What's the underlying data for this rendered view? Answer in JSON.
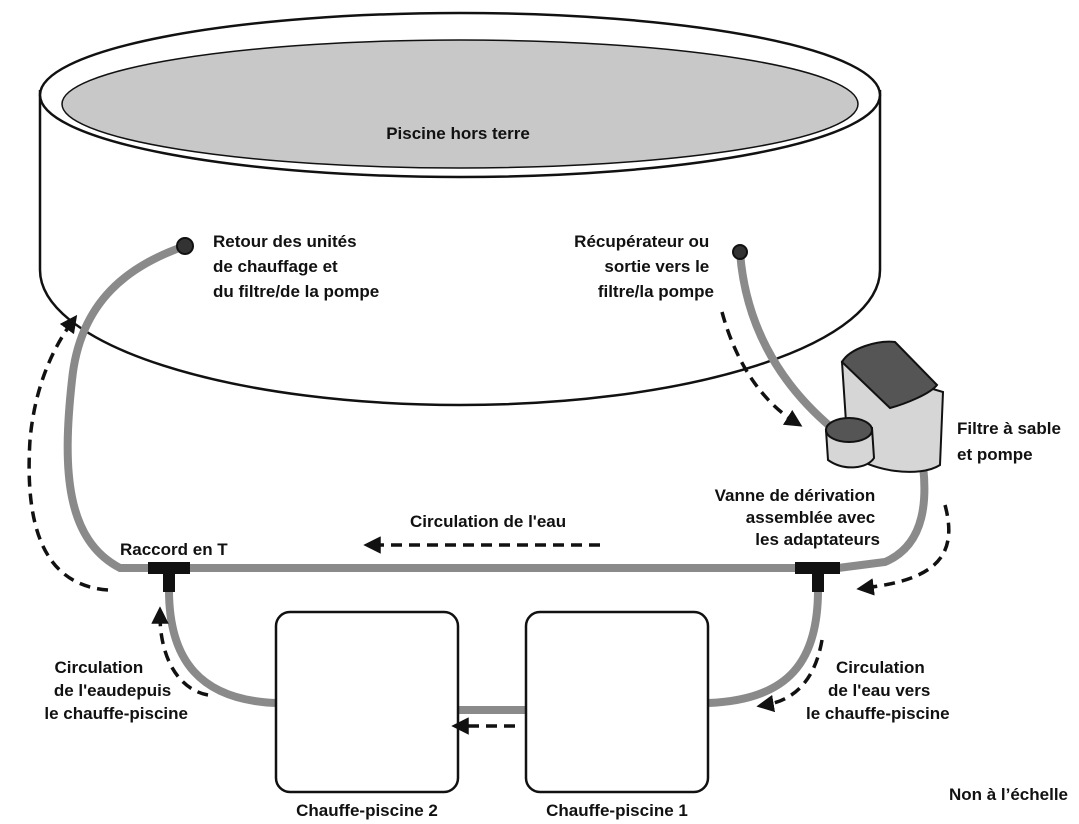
{
  "pool_label": "Piscine hors terre",
  "return_label": [
    "Retour des unités",
    "de chauffage et",
    "du filtre/de la pompe"
  ],
  "skimmer_label": [
    "Récupérateur ou",
    "sortie vers le",
    "filtre/la pompe"
  ],
  "filter_label": [
    "Filtre à sable",
    "et pompe"
  ],
  "bypass_label": [
    "Vanne de dérivation",
    "assemblée avec",
    "les adaptateurs"
  ],
  "tee_label": "Raccord en T",
  "flow_label": "Circulation de l'eau",
  "flow_from_heater_label": [
    "Circulation",
    "de l'eaudepuis",
    "le chauffe-piscine"
  ],
  "flow_to_heater_label": [
    "Circulation",
    "de l'eau vers",
    "le chauffe-piscine"
  ],
  "heater_2_label": "Chauffe-piscine 2",
  "heater_1_label": "Chauffe-piscine 1",
  "scale_note": "Non à l’échelle",
  "colors": {
    "line": "#111111",
    "pipe": "#8a8a8a",
    "water": "#c8c8c8",
    "filter_top": "#555555",
    "filter_body": "#d6d6d6"
  }
}
